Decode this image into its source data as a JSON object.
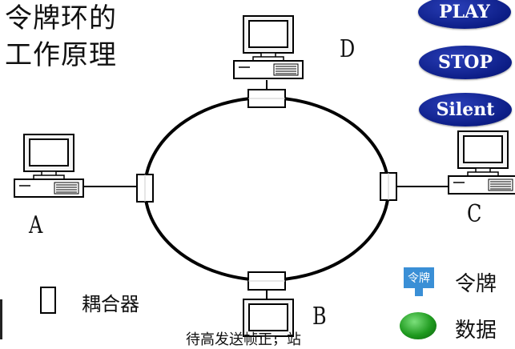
{
  "title_line1": "令牌环的",
  "title_line2": "工作原理",
  "buttons": {
    "play": "PLAY",
    "stop": "STOP",
    "silent": "Silent"
  },
  "nodes": {
    "a": "A",
    "b": "B",
    "c": "C",
    "d": "D"
  },
  "legend": {
    "coupler": "耦合器",
    "token_badge": "令牌",
    "token": "令牌",
    "data": "数据"
  },
  "subtitle_fragment": "待高发送帧正，站",
  "colors": {
    "button": "#0c1d86",
    "token": "#3a8fd6",
    "data": "#1f9a1f"
  }
}
